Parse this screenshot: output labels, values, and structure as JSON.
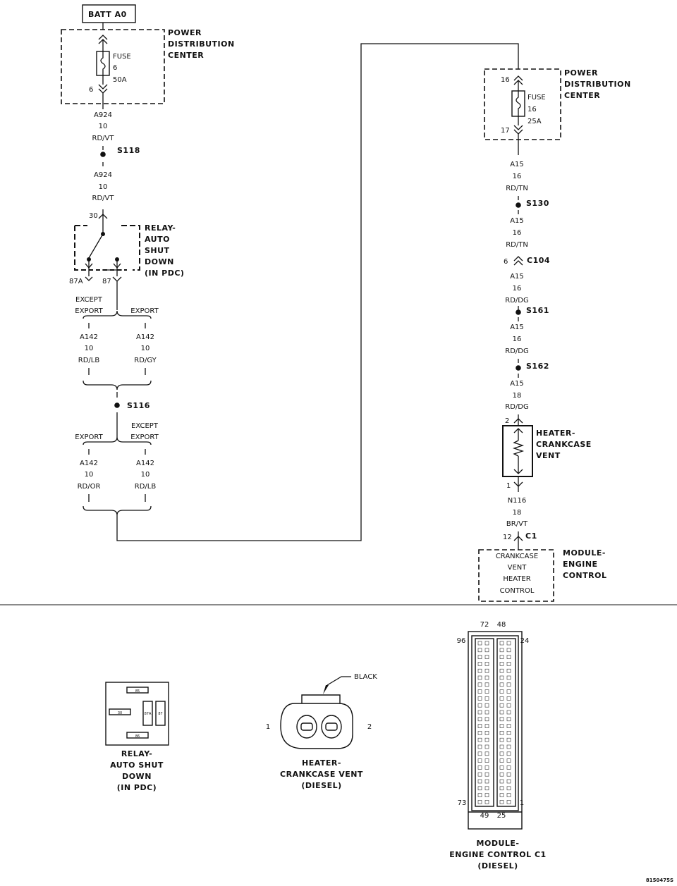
{
  "batt": "BATT A0",
  "pdc1": {
    "title": [
      "POWER",
      "DISTRIBUTION",
      "CENTER"
    ],
    "fuse_word": "FUSE",
    "fuse_num": "6",
    "fuse_amp": "50A",
    "pin": "6"
  },
  "wire_a924a": {
    "circuit": "A924",
    "gauge": "10",
    "color": "RD/VT"
  },
  "s118": "S118",
  "wire_a924b": {
    "circuit": "A924",
    "gauge": "10",
    "color": "RD/VT"
  },
  "relay": {
    "pin30": "30",
    "title": [
      "RELAY-",
      "AUTO",
      "SHUT",
      "DOWN",
      "(IN PDC)"
    ],
    "pin87a": "87A",
    "pin87": "87"
  },
  "opt1": {
    "left": [
      "EXCEPT",
      "EXPORT"
    ],
    "right": "EXPORT"
  },
  "wire_a142_1": {
    "circuit": "A142",
    "gauge": "10",
    "color": "RD/LB"
  },
  "wire_a142_2": {
    "circuit": "A142",
    "gauge": "10",
    "color": "RD/GY"
  },
  "s116": "S116",
  "opt2": {
    "left": "EXPORT",
    "right": [
      "EXCEPT",
      "EXPORT"
    ]
  },
  "wire_a142_3": {
    "circuit": "A142",
    "gauge": "10",
    "color": "RD/OR"
  },
  "wire_a142_4": {
    "circuit": "A142",
    "gauge": "10",
    "color": "RD/LB"
  },
  "pdc2": {
    "title": [
      "POWER",
      "DISTRIBUTION",
      "CENTER"
    ],
    "fuse_word": "FUSE",
    "fuse_num": "16",
    "fuse_amp": "25A",
    "pin_in": "16",
    "pin_out": "17"
  },
  "wire_a15_1": {
    "circuit": "A15",
    "gauge": "16",
    "color": "RD/TN"
  },
  "s130": "S130",
  "wire_a15_2": {
    "circuit": "A15",
    "gauge": "16",
    "color": "RD/TN"
  },
  "c104": {
    "pin": "6",
    "name": "C104"
  },
  "wire_a15_3": {
    "circuit": "A15",
    "gauge": "16",
    "color": "RD/DG"
  },
  "s161": "S161",
  "wire_a15_4": {
    "circuit": "A15",
    "gauge": "16",
    "color": "RD/DG"
  },
  "s162": "S162",
  "wire_a15_5": {
    "circuit": "A15",
    "gauge": "18",
    "color": "RD/DG"
  },
  "heater": {
    "pin_top": "2",
    "title": [
      "HEATER-",
      "CRANKCASE",
      "VENT"
    ],
    "pin_bottom": "1"
  },
  "wire_n116": {
    "circuit": "N116",
    "gauge": "18",
    "color": "BR/VT"
  },
  "c1": {
    "pin": "12",
    "name": "C1"
  },
  "ecm": {
    "inner": [
      "CRANKCASE",
      "VENT",
      "HEATER",
      "CONTROL"
    ],
    "title": [
      "MODULE-",
      "ENGINE",
      "CONTROL"
    ]
  },
  "relay_view": {
    "pin_top": "85",
    "pin_left": "30",
    "pin_mid": "87A",
    "pin_right": "87",
    "pin_bottom": "86",
    "caption": [
      "RELAY-",
      "AUTO SHUT",
      "DOWN",
      "(IN PDC)"
    ]
  },
  "heater_view": {
    "color": "BLACK",
    "pin_left": "1",
    "pin_right": "2",
    "caption": [
      "HEATER-",
      "CRANKCASE VENT",
      "(DIESEL)"
    ]
  },
  "ecm_view": {
    "pins_top": [
      "72",
      "48"
    ],
    "pin_tl": "96",
    "pin_tr": "24",
    "pin_bl": "73",
    "pin_br": "1",
    "pins_bottom": [
      "49",
      "25"
    ],
    "caption": [
      "MODULE-",
      "ENGINE CONTROL C1",
      "(DIESEL)"
    ]
  },
  "figure_id": "8150475S"
}
